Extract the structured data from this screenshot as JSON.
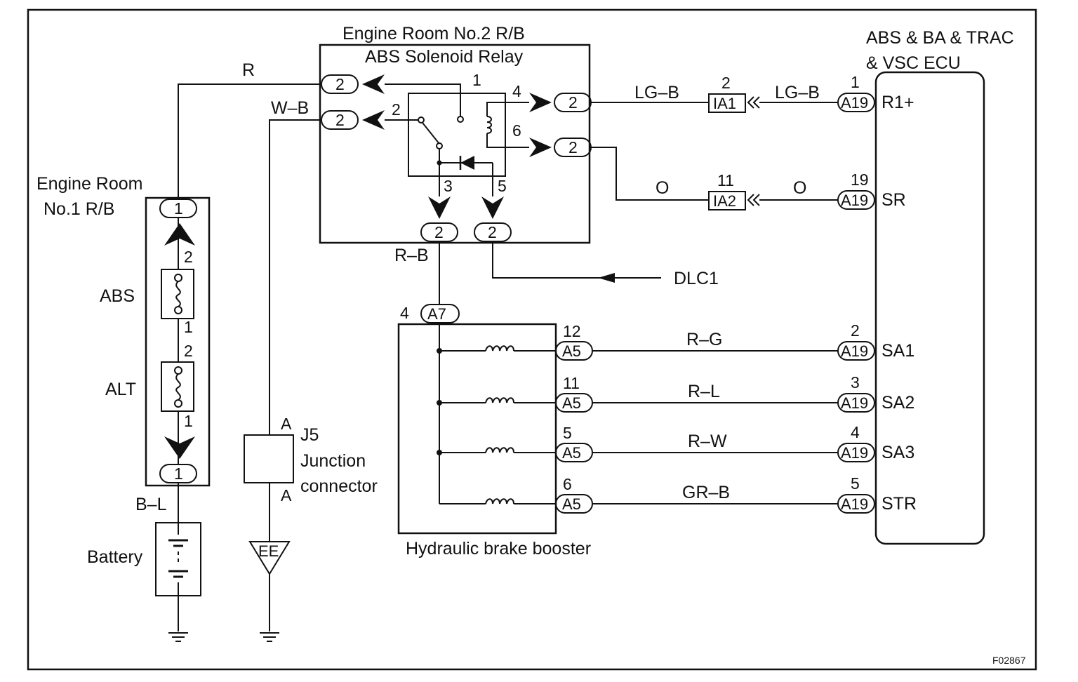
{
  "figure_code": "F02867",
  "components": {
    "ecu": [
      "ABS & BA & TRAC",
      "& VSC ECU"
    ],
    "r_b2": [
      "Engine Room No.2 R/B",
      "ABS Solenoid Relay"
    ],
    "r_b1": [
      "Engine  Room",
      "No.1 R/B"
    ],
    "fuse_abs": "ABS",
    "fuse_alt": "ALT",
    "battery": "Battery",
    "junction": [
      "J5",
      "Junction",
      "connector"
    ],
    "booster": "Hydraulic brake booster",
    "ground": "EE",
    "dlc": "DLC1"
  },
  "wires": {
    "r": "R",
    "wb": "W–B",
    "lgb_left": "LG–B",
    "lgb_right": "LG–B",
    "o_left": "O",
    "o_right": "O",
    "rb": "R–B",
    "bl": "B–L",
    "rg": "R–G",
    "rl": "R–L",
    "rw": "R–W",
    "grb": "GR–B"
  },
  "relay_pins": {
    "p1": "1",
    "p2": "2",
    "p3": "3",
    "p4": "4",
    "p5": "5",
    "p6": "6"
  },
  "rb2_connectors": {
    "c1": "2",
    "c2": "2",
    "c3": "2",
    "c4": "2",
    "c5": "2",
    "c6": "2"
  },
  "rb1": {
    "top_conn": "1",
    "pin_top": "2",
    "pin_abs_bot": "1",
    "pin_alt_top": "2",
    "pin_alt_bot": "1",
    "bot_conn": "1"
  },
  "inline": {
    "ia1": "IA1",
    "ia1_pin": "2",
    "ia2": "IA2",
    "ia2_pin": "11"
  },
  "ecu_pins": [
    {
      "conn": "A19",
      "num": "1",
      "term": "R1+"
    },
    {
      "conn": "A19",
      "num": "19",
      "term": "SR"
    },
    {
      "conn": "A19",
      "num": "2",
      "term": "SA1"
    },
    {
      "conn": "A19",
      "num": "3",
      "term": "SA2"
    },
    {
      "conn": "A19",
      "num": "4",
      "term": "SA3"
    },
    {
      "conn": "A19",
      "num": "5",
      "term": "STR"
    }
  ],
  "booster_pins": {
    "a7": "A7",
    "a7_num": "4",
    "a5_conn": "A5",
    "nums": [
      "12",
      "11",
      "5",
      "6"
    ]
  },
  "junction_pins": {
    "top": "A",
    "bottom": "A"
  }
}
